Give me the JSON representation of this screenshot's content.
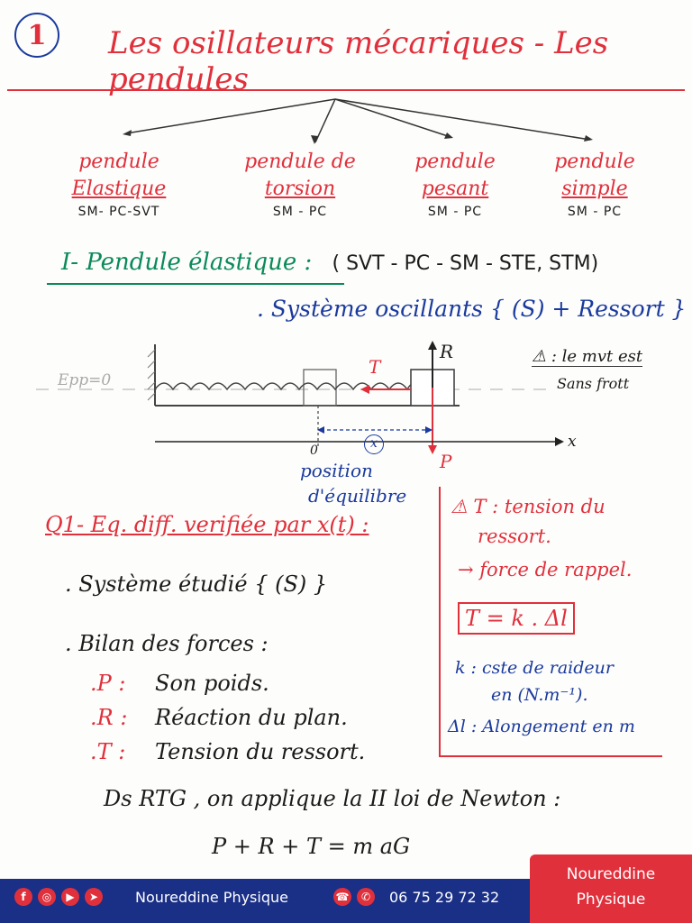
{
  "page": {
    "number": "1"
  },
  "title": "Les osillateurs mécariques - Les pendules",
  "pendulums": [
    {
      "line1": "pendule",
      "line2": "Elastique",
      "sub": "SM- PC-SVT"
    },
    {
      "line1": "pendule de",
      "line2": "torsion",
      "sub": "SM - PC"
    },
    {
      "line1": "pendule",
      "line2": "pesant",
      "sub": "SM - PC"
    },
    {
      "line1": "pendule",
      "line2": "simple",
      "sub": "SM - PC"
    }
  ],
  "section": {
    "title": "I- Pendule élastique :",
    "streams": "( SVT - PC - SM - STE, STM)"
  },
  "system": ". Système oscillants { (S) + Ressort }",
  "diagram": {
    "epp": "Epp=0",
    "t_label": "T",
    "r_label": "R",
    "p_label": "P",
    "x_axis": "x",
    "origin": "0",
    "x_mark": "x",
    "eq_label_1": "position",
    "eq_label_2": "d'équilibre",
    "warn_1": "⚠ : le mvt est",
    "warn_2": "Sans frott"
  },
  "question": "Q1- Eq. diff. verifiée par x(t) :",
  "notes": {
    "t_tension_1": "⚠ T : tension du",
    "t_tension_2": "ressort.",
    "rappel": "→ force de rappel.",
    "formula": "T = k . Δl",
    "k_1": "k : cste de raideur",
    "k_2": "en (N.m⁻¹).",
    "dl": "Δl : Alongement en m"
  },
  "body": {
    "sys": ". Système étudié { (S) }",
    "bilan": ". Bilan des forces :",
    "f1_sym": ".P :",
    "f1": "Son poids.",
    "f2_sym": ".R :",
    "f2": "Réaction du plan.",
    "f3_sym": ".T :",
    "f3": "Tension du ressort.",
    "newton": "Ds RTG , on applique la II loi de Newton :",
    "equation": "P + R + T = m aG"
  },
  "footer": {
    "name": "Noureddine Physique",
    "phone": "06 75 29 72 32",
    "brand_1": "Noureddine",
    "brand_2": "Physique",
    "icons": [
      "facebook-icon",
      "instagram-icon",
      "youtube-icon",
      "telegram-icon",
      "phone-icon",
      "whatsapp-icon"
    ]
  }
}
